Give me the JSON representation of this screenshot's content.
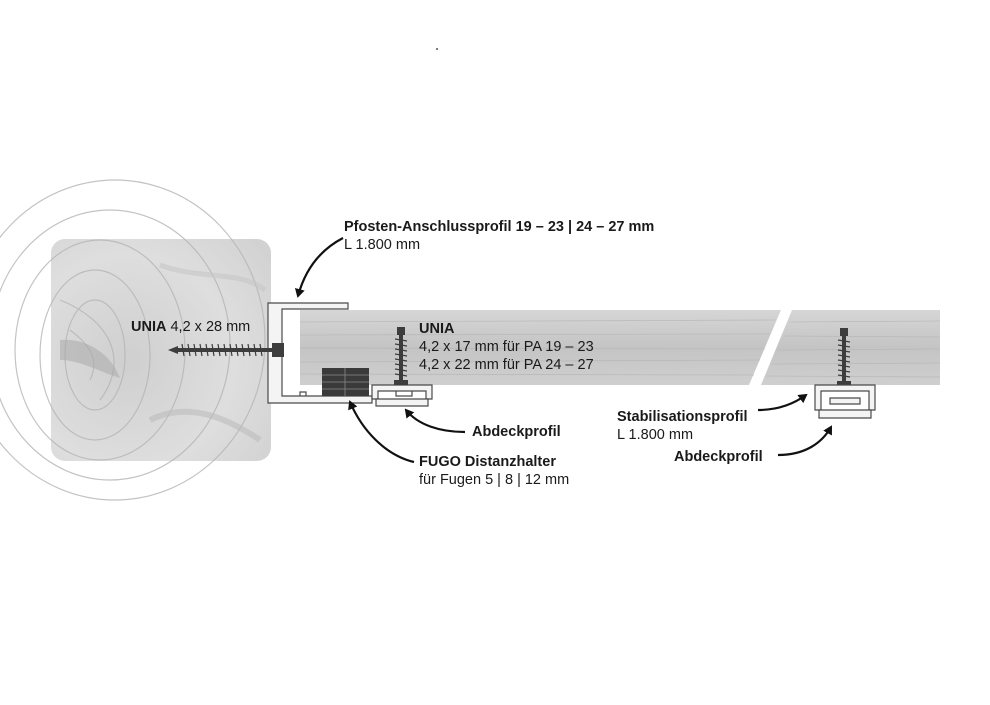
{
  "labels": {
    "pfosten_title": "Pfosten-Anschlussprofil 19 – 23 | 24 – 27 mm",
    "pfosten_length": "L 1.800 mm",
    "unia_post_name": "UNIA",
    "unia_post_size": "4,2 x 28 mm",
    "unia_board_name": "UNIA",
    "unia_board_line1": "4,2 x 17 mm für PA 19 – 23",
    "unia_board_line2": "4,2 x 22 mm für PA 24 – 27",
    "abdeckprofil_1": "Abdeckprofil",
    "fugo_title": "FUGO Distanzhalter",
    "fugo_sub": "für Fugen 5 | 8 | 12 mm",
    "stabilisation_title": "Stabilisationsprofil",
    "stabilisation_length": "L 1.800 mm",
    "abdeckprofil_2": "Abdeckprofil"
  },
  "colors": {
    "post_wood": "#dcdcdc",
    "board_wood": "#c9c9c9",
    "profile_fill": "#f4f4f4",
    "profile_stroke": "#4a4a4a",
    "arrow": "#111111"
  },
  "icons": {
    "post": "wooden-post-cross-section",
    "board": "decking-board",
    "screw": "screw-icon",
    "spacer": "fugo-spacer",
    "arrow": "curved-arrow"
  }
}
